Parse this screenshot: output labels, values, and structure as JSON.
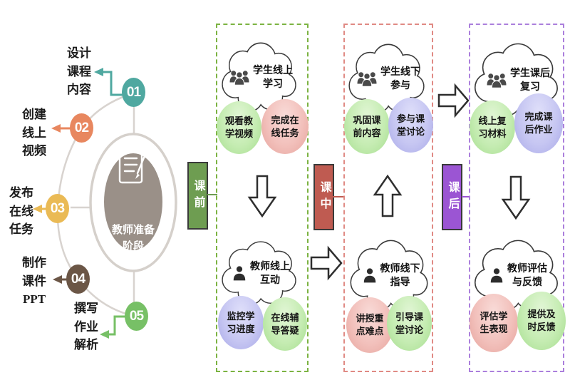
{
  "left_panel": {
    "hub": {
      "title": "教师准备\n阶段",
      "icon": "document-pencil-icon",
      "color": "#9a9088"
    },
    "steps": [
      {
        "num": "01",
        "label": "设计\n课程\n内容",
        "color": "#4fa8a0"
      },
      {
        "num": "02",
        "label": "创建\n线上\n视频",
        "color": "#e8875f"
      },
      {
        "num": "03",
        "label": "发布\n在线\n任务",
        "color": "#eaba55"
      },
      {
        "num": "04",
        "label": "制作\n课件\nPPT",
        "color": "#6b5646"
      },
      {
        "num": "05",
        "label": "撰写\n作业\n解析",
        "color": "#77c066"
      }
    ]
  },
  "stage_labels": [
    {
      "text": "课前",
      "color": "#6e9d51"
    },
    {
      "text": "课中",
      "color": "#bf5b51"
    },
    {
      "text": "课后",
      "color": "#9b55d3"
    }
  ],
  "columns": [
    {
      "stage": "课前",
      "border_color": "#7cb342",
      "inner_arrow": "down",
      "top_cloud": {
        "title": "学生线上\n学习",
        "icon": "students-group-icon",
        "bubbles": [
          {
            "text": "观看教\n学视频",
            "tone": "green",
            "color": "#bfe9ad"
          },
          {
            "text": "完成在\n线任务",
            "tone": "pink",
            "color": "#f0b9b4"
          }
        ]
      },
      "bottom_cloud": {
        "title": "教师线上\n互动",
        "icon": "teacher-person-icon",
        "bubbles": [
          {
            "text": "监控学\n习进度",
            "tone": "blue",
            "color": "#bdbdf0"
          },
          {
            "text": "在线辅\n导答疑",
            "tone": "green",
            "color": "#bfe9ad"
          }
        ]
      }
    },
    {
      "stage": "课中",
      "border_color": "#e08a84",
      "inner_arrow": "up",
      "top_cloud": {
        "title": "学生线下\n参与",
        "icon": "students-group-icon",
        "bubbles": [
          {
            "text": "巩固课\n前内容",
            "tone": "green",
            "color": "#bfe9ad"
          },
          {
            "text": "参与课\n堂讨论",
            "tone": "blue",
            "color": "#bdbdf0"
          }
        ]
      },
      "bottom_cloud": {
        "title": "教师线下\n指导",
        "icon": "teacher-person-icon",
        "bubbles": [
          {
            "text": "讲授重\n点难点",
            "tone": "pink",
            "color": "#f0b9b4"
          },
          {
            "text": "引导课\n堂讨论",
            "tone": "green",
            "color": "#bfe9ad"
          }
        ]
      }
    },
    {
      "stage": "课后",
      "border_color": "#ab7fdc",
      "inner_arrow": "down",
      "top_cloud": {
        "title": "学生课后\n复习",
        "icon": "students-group-icon",
        "bubbles": [
          {
            "text": "线上复\n习材料",
            "tone": "green",
            "color": "#bfe9ad"
          },
          {
            "text": "完成课\n后作业",
            "tone": "blue",
            "color": "#bdbdf0"
          }
        ]
      },
      "bottom_cloud": {
        "title": "教师评估\n与反馈",
        "icon": "teacher-person-icon",
        "bubbles": [
          {
            "text": "评估学\n生表现",
            "tone": "pink",
            "color": "#f0b9b4"
          },
          {
            "text": "提供及\n时反馈",
            "tone": "green",
            "color": "#bfe9ad"
          }
        ]
      }
    }
  ]
}
